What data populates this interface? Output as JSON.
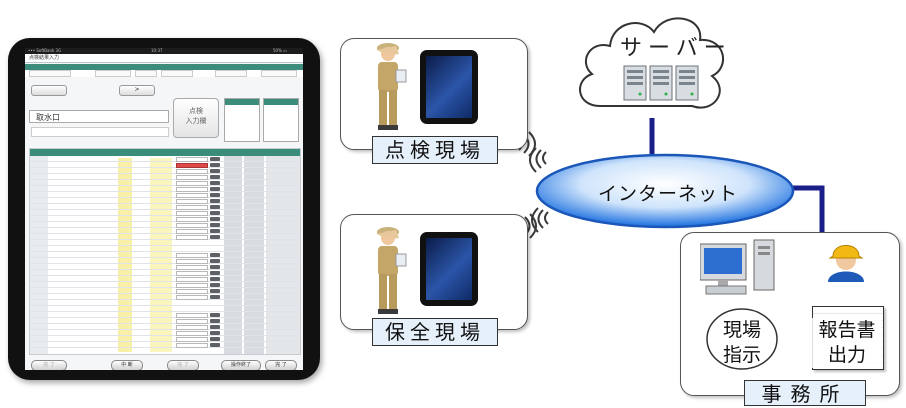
{
  "tablet": {
    "status": {
      "carrier": "••• SoftBank 3G",
      "time": "10:37",
      "battery": "50% ▭"
    },
    "app_title": "点検結果入力",
    "location": "取水口",
    "next_button": ">",
    "input_button_line1": "点検",
    "input_button_line2": "入力欄",
    "bottom_buttons": [
      "完 了",
      "中 断",
      "完 了",
      "操作終了",
      "完 了"
    ]
  },
  "diagram": {
    "cloud_label": "サーバー",
    "network_label": "インターネット",
    "site_inspection": "点検現場",
    "site_maintenance": "保全現場",
    "office_label": "事務所",
    "office_item_1_line1": "現場",
    "office_item_1_line2": "指示",
    "office_item_2_line1": "報告書",
    "office_item_2_line2": "出力"
  },
  "colors": {
    "network_fill": "#1a6fe0",
    "connector": "#1b1f8a",
    "site_label_bg": "#e6f0fa",
    "tablet_header": "#3c8c7c"
  },
  "icons": [
    "worker-saluting-icon",
    "tablet-device-icon",
    "server-rack-icon",
    "desktop-computer-icon",
    "engineer-helmet-icon",
    "signal-waves-icon",
    "document-icon"
  ]
}
